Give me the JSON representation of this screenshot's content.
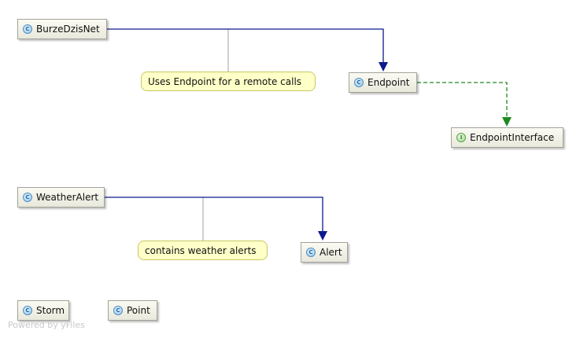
{
  "colors": {
    "association": "#0b1a8c",
    "implements": "#1e8a1e",
    "note_link": "#a0a0a0",
    "note_fill": "#ffffc8"
  },
  "nodes": {
    "burze": {
      "label": "BurzeDzisNet",
      "kind": "class",
      "badge": "C"
    },
    "endpoint": {
      "label": "Endpoint",
      "kind": "class",
      "badge": "C"
    },
    "endpoint_interface": {
      "label": "EndpointInterface",
      "kind": "interface",
      "badge": "I"
    },
    "weather_alert": {
      "label": "WeatherAlert",
      "kind": "class",
      "badge": "C"
    },
    "alert": {
      "label": "Alert",
      "kind": "class",
      "badge": "C"
    },
    "storm": {
      "label": "Storm",
      "kind": "class",
      "badge": "C"
    },
    "point": {
      "label": "Point",
      "kind": "class",
      "badge": "C"
    }
  },
  "notes": {
    "endpoint_note": "Uses Endpoint for a remote calls",
    "alert_note": "contains weather alerts"
  },
  "edges": [
    {
      "from": "BurzeDzisNet",
      "to": "Endpoint",
      "style": "association"
    },
    {
      "from": "Endpoint",
      "to": "EndpointInterface",
      "style": "implements"
    },
    {
      "from": "WeatherAlert",
      "to": "Alert",
      "style": "association"
    }
  ],
  "footer": "Powered by yFiles"
}
